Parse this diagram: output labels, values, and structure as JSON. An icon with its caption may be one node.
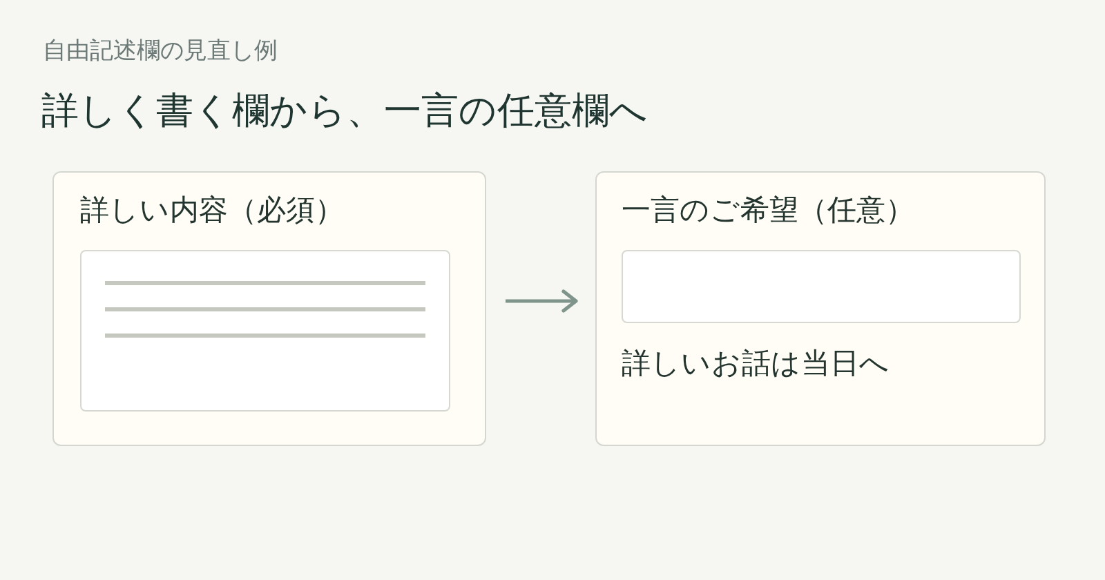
{
  "diagram": {
    "title": "詳しく書く欄から、一言の任意欄へ",
    "nodes": [
      {
        "text": [
          "詳しい内容（必須）"
        ]
      },
      {
        "text": [],
        "shape": "box",
        "in": 0
      },
      {
        "text": [
          "一言のご希望（任意）",
          "詳しいお話は当日へ"
        ]
      },
      {
        "text": [],
        "shape": "box",
        "in": 2
      }
    ],
    "edges": [
      {
        "from": 0,
        "to": 2,
        "arrow": "to"
      }
    ],
    "labels": [
      "自由記述欄の見直し例"
    ]
  }
}
